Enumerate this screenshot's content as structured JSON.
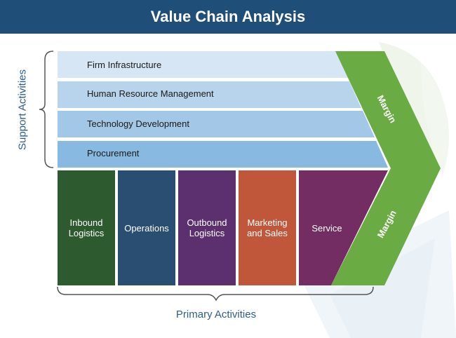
{
  "title": "Value Chain Analysis",
  "support_activities": {
    "caption": "Support Activities",
    "items": [
      {
        "label": "Firm Infrastructure",
        "color": "#d6e6f4"
      },
      {
        "label": "Human Resource Management",
        "color": "#b8d3ec"
      },
      {
        "label": "Technology Development",
        "color": "#a3c7e6"
      },
      {
        "label": "Procurement",
        "color": "#88b9e0"
      }
    ]
  },
  "primary_activities": {
    "caption": "Primary Activities",
    "items": [
      {
        "label": "Inbound Logistics",
        "color": "#2e5a30"
      },
      {
        "label": "Operations",
        "color": "#2a4e72"
      },
      {
        "label": "Outbound Logistics",
        "color": "#5c2f6e"
      },
      {
        "label": "Marketing and Sales",
        "color": "#c0573a"
      },
      {
        "label": "Service",
        "color": "#742d62"
      }
    ]
  },
  "margin": {
    "upper_label": "Margin",
    "lower_label": "Margin",
    "color": "#6aab43"
  },
  "colors": {
    "header": "#1f4e79",
    "caption_text": "#2e5f8a",
    "bracket": "#555555"
  }
}
